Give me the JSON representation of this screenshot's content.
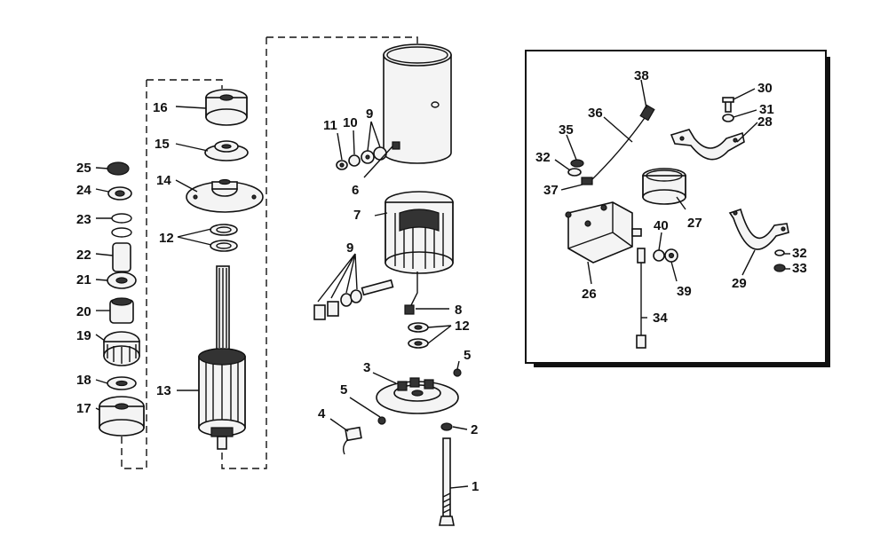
{
  "labels": {
    "p1": "1",
    "p2": "2",
    "p3": "3",
    "p4": "4",
    "p5a": "5",
    "p5b": "5",
    "p6": "6",
    "p7": "7",
    "p8": "8",
    "p9a": "9",
    "p9b": "9",
    "p10": "10",
    "p11": "11",
    "p12a": "12",
    "p12b": "12",
    "p13": "13",
    "p14": "14",
    "p15": "15",
    "p16": "16",
    "p17": "17",
    "p18": "18",
    "p19": "19",
    "p20": "20",
    "p21": "21",
    "p22": "22",
    "p23": "23",
    "p24": "24",
    "p25": "25",
    "p26": "26",
    "p27": "27",
    "p28": "28",
    "p29": "29",
    "p30": "30",
    "p31": "31",
    "p32a": "32",
    "p32b": "32",
    "p33": "33",
    "p34": "34",
    "p35": "35",
    "p36": "36",
    "p37": "37",
    "p38": "38",
    "p39": "39",
    "p40": "40"
  }
}
